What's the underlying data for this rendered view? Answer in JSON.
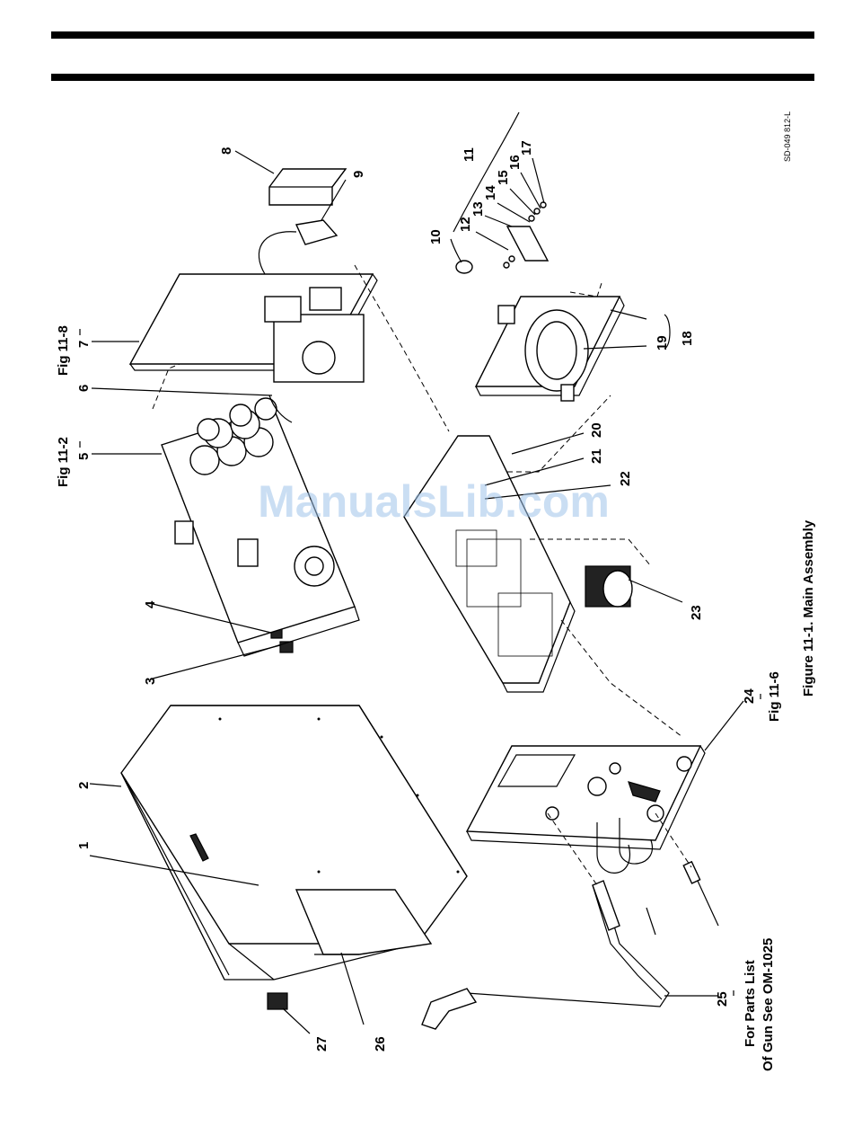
{
  "header": {
    "doc_code": "SD-049 812-L"
  },
  "watermark": "ManualsLib.com",
  "caption": "Figure 11-1. Main Assembly",
  "callouts": [
    "1",
    "2",
    "3",
    "4",
    "5",
    "6",
    "7",
    "8",
    "9",
    "10",
    "11",
    "12",
    "13",
    "14",
    "15",
    "16",
    "17",
    "18",
    "19",
    "20",
    "21",
    "22",
    "23",
    "24",
    "25",
    "26",
    "27"
  ],
  "figure_refs": {
    "ref5": "Fig 11-2",
    "ref7": "Fig 11-8",
    "ref24": "Fig 11-6"
  },
  "gun_note": {
    "line1": "For Parts List",
    "line2": "Of Gun See OM-1025"
  }
}
